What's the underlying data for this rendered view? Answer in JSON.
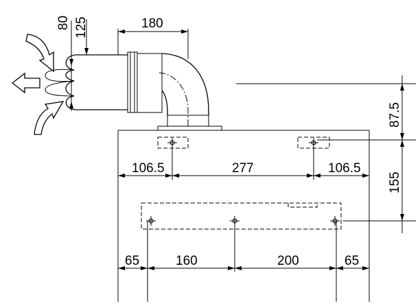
{
  "dimensions": {
    "flue_inner": "80",
    "flue_outer": "125",
    "elbow_offset": "180",
    "top_height": "87.5",
    "bracket_spacing_v": "155",
    "side_left_top": "106.5",
    "middle_top": "277",
    "side_right_top": "106.5",
    "side_left_bottom": "65",
    "left_bottom": "160",
    "right_bottom": "200",
    "side_right_bottom": "65"
  }
}
